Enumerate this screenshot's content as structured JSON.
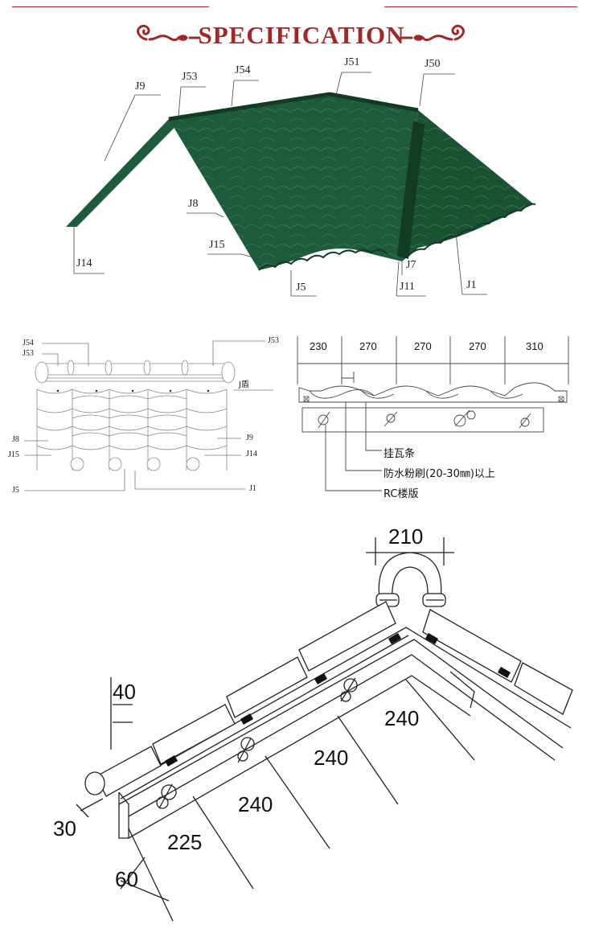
{
  "header": {
    "title": "SPECIFICATION",
    "accent": "#9b2a2a"
  },
  "roof": {
    "color": "#1e5a3c",
    "labels": {
      "j9": "J9",
      "j53": "J53",
      "j54": "J54",
      "j51": "J51",
      "j50": "J50",
      "j8": "J8",
      "j15": "J15",
      "j14": "J14",
      "j5": "J5",
      "j7": "J7",
      "j11": "J11",
      "j1": "J1"
    }
  },
  "front": {
    "labels": {
      "j54": "J54",
      "j53_left": "J53",
      "j53_right": "J53",
      "jdun": "J盾",
      "j8": "J8",
      "j9": "J9",
      "j15": "J15",
      "j14": "J14",
      "j5": "J5",
      "j1": "J1"
    }
  },
  "section": {
    "dims": [
      "230",
      "270",
      "270",
      "270",
      "310"
    ],
    "notes": {
      "batten": "挂瓦条",
      "waterproof": "防水粉刷(20-30㎜)以上",
      "slab": "RC楼版"
    }
  },
  "detail": {
    "dims": {
      "ridge": "210",
      "eave_height": "40",
      "eave_offset": "30",
      "bottom": "60",
      "seg1": "225",
      "seg2": "240",
      "seg3": "240",
      "seg4": "240"
    }
  }
}
